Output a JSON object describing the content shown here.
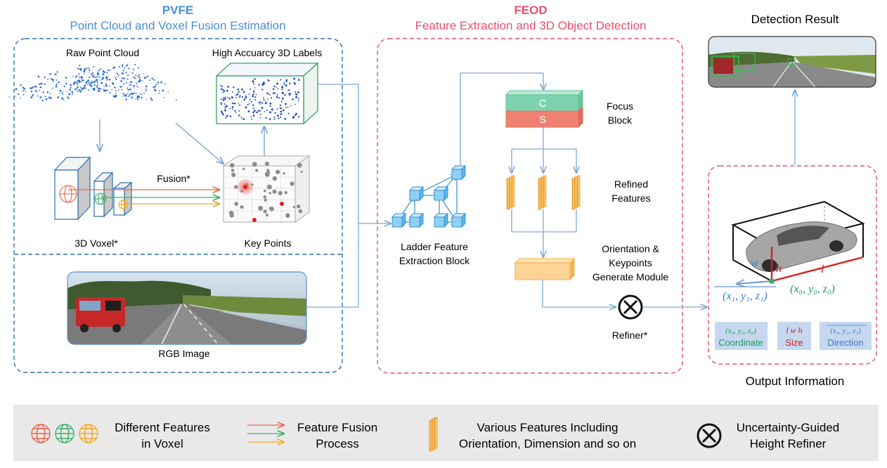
{
  "pvfe": {
    "abbr": "PVFE",
    "title": "Point Cloud and Voxel Fusion Estimation",
    "raw_point_cloud": "Raw Point Cloud",
    "high_accuracy_labels": "High Accuarcy 3D Labels",
    "fusion": "Fusion*",
    "voxel": "3D Voxel*",
    "key_points": "Key Points",
    "rgb_image": "RGB Image"
  },
  "feod": {
    "abbr": "FEOD",
    "title": "Feature Extraction and 3D Object Detection",
    "ladder_line1": "Ladder Feature",
    "ladder_line2": "Extraction Block",
    "focus_c": "C",
    "focus_s": "S",
    "focus_line1": "Focus",
    "focus_line2": "Block",
    "refined_line1": "Refined",
    "refined_line2": "Features",
    "orient_line1": "Orientation &",
    "orient_line2": "Keypoints",
    "orient_line3": "Generate Module",
    "refiner": "Refiner*"
  },
  "output": {
    "detection_result": "Detection Result",
    "output_information": "Output Information",
    "w": "w",
    "h": "h",
    "l": "l",
    "x1": "(x₁, y₁, z₁)",
    "x0": "(x₀, y₀, z₀)",
    "coord_formula": "(x₀, y₀, z₀)",
    "coord_label": "Coordinate",
    "size_formula": "l w h",
    "size_label": "Size",
    "dir_formula": "(x₁, y₁, z₁)",
    "dir_label": "Direction"
  },
  "legend": {
    "features_line1": "Different Features",
    "features_line2": "in Voxel",
    "fusion_line1": "Feature Fusion",
    "fusion_line2": "Process",
    "various_line1": "Various Features Including",
    "various_line2": "Orientation, Dimension and so on",
    "refiner_line1": "Uncertainty-Guided",
    "refiner_line2": "Height Refiner"
  },
  "colors": {
    "pvfe_blue": "#4a8fd4",
    "feod_red": "#e8506e",
    "arrow_blue": "#7aa9d8",
    "focus_c": "#7dd3b0",
    "focus_s": "#f08070",
    "feature_orange": "#f5a623",
    "label_green": "#1a9e5c",
    "label_red": "#d62020",
    "legend_bg": "#e9e9e9"
  },
  "icons": {
    "refiner": "otimes-icon",
    "voxel_feature": "sphere-grid-icon",
    "car": "car-icon"
  }
}
